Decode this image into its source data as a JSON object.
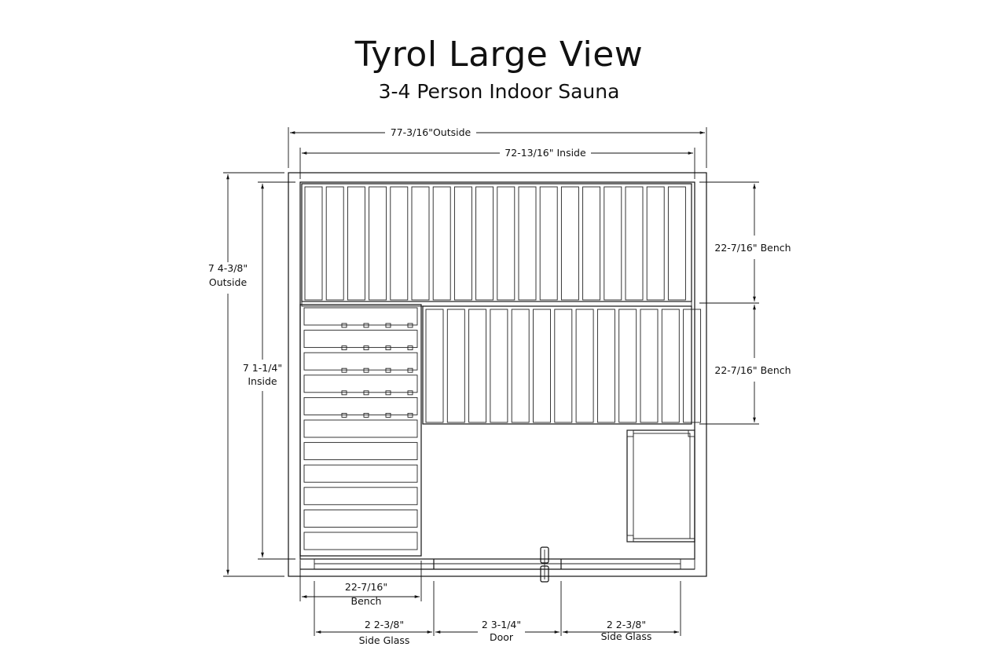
{
  "title": "Tyrol Large View",
  "subtitle": "3-4 Person Indoor Sauna",
  "dimensions": {
    "outside_width": "77-3/16\"Outside",
    "inside_width": "72-13/16\" Inside",
    "outside_depth_value": "7 4-3/8\"",
    "outside_depth_label": "Outside",
    "inside_depth_value": "7 1-1/4\"",
    "inside_depth_label": "Inside",
    "bench_upper": "22-7/16\" Bench",
    "bench_lower": "22-7/16\" Bench",
    "bench_side_value": "22-7/16\"",
    "bench_side_label": "Bench",
    "side_glass_left_value": "2 2-3/8\"",
    "side_glass_left_label": "Side Glass",
    "door_value": "2 3-1/4\"",
    "door_label": "Door",
    "side_glass_right_value": "2 2-3/8\"",
    "side_glass_right_label": "Side Glass"
  }
}
